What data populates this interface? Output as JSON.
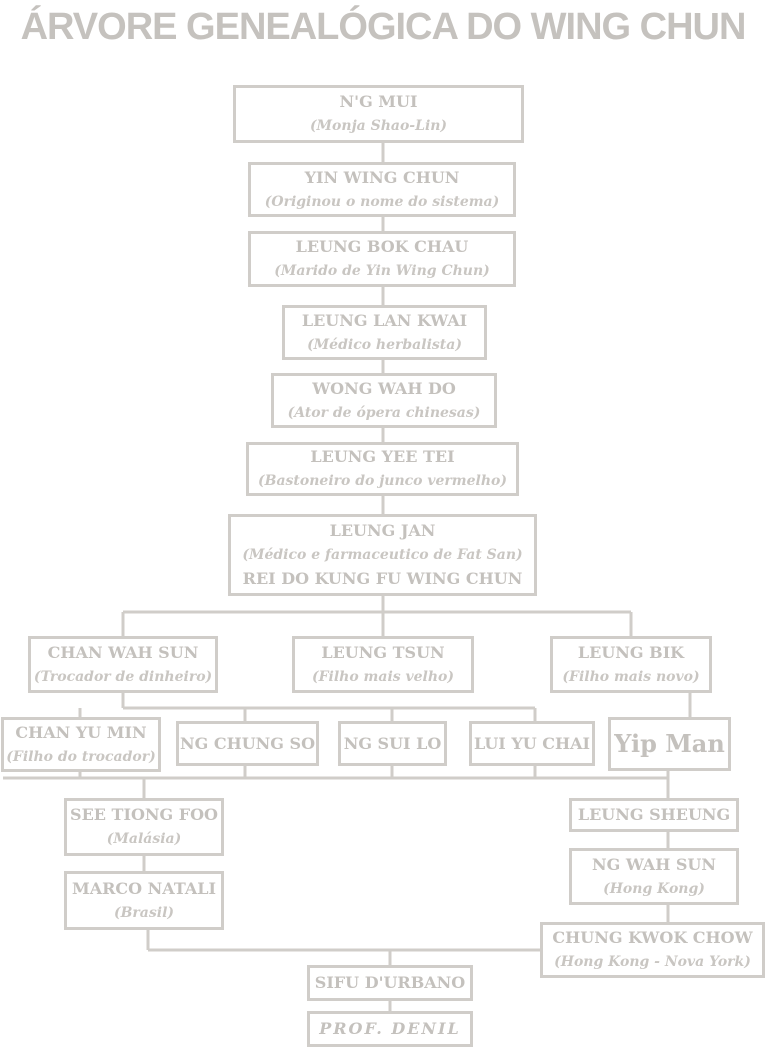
{
  "title": "ÁRVORE GENEALÓGICA DO WING CHUN",
  "nodes": {
    "ng_mui": {
      "name": "N'G MUI",
      "note": "(Monja Shao-Lin)"
    },
    "yin_wing_chun": {
      "name": "YIN WING CHUN",
      "note": "(Originou o nome do sistema)"
    },
    "leung_bok_chau": {
      "name": "LEUNG BOK CHAU",
      "note": "(Marido de Yin Wing Chun)"
    },
    "leung_lan_kwai": {
      "name": "LEUNG LAN KWAI",
      "note": "(Médico herbalista)"
    },
    "wong_wah_do": {
      "name": "WONG WAH DO",
      "note": "(Ator de ópera chinesas)"
    },
    "leung_yee_tei": {
      "name": "LEUNG YEE TEI",
      "note": "(Bastoneiro do junco vermelho)"
    },
    "leung_jan": {
      "name": "LEUNG JAN",
      "note": "(Médico e farmaceutico de Fat San)",
      "note2": "REI DO KUNG FU WING CHUN"
    },
    "chan_wah_sun": {
      "name": "CHAN WAH SUN",
      "note": "(Trocador de dinheiro)"
    },
    "leung_tsun": {
      "name": "LEUNG TSUN",
      "note": "(Filho mais velho)"
    },
    "leung_bik": {
      "name": "LEUNG BIK",
      "note": "(Filho mais novo)"
    },
    "chan_yu_min": {
      "name": "CHAN YU MIN",
      "note": "(Filho do trocador)"
    },
    "ng_chung_so": {
      "name": "NG CHUNG SO"
    },
    "ng_sui_lo": {
      "name": "NG SUI LO"
    },
    "lui_yu_chai": {
      "name": "LUI YU CHAI"
    },
    "yip_man": {
      "name": "Yip Man"
    },
    "see_tiong_foo": {
      "name": "SEE TIONG FOO",
      "note": "(Malásia)"
    },
    "marco_natali": {
      "name": "MARCO NATALI",
      "note": "(Brasil)"
    },
    "leung_sheung": {
      "name": "LEUNG SHEUNG"
    },
    "ng_wah_sun": {
      "name": "NG WAH SUN",
      "note": "(Hong Kong)"
    },
    "chung_kwok_chow": {
      "name": "CHUNG KWOK CHOW",
      "note": "(Hong Kong - Nova York)"
    },
    "sifu_durbano": {
      "name": "SIFU D'URBANO"
    },
    "prof_denil": {
      "name": "PROF. DENIL"
    }
  }
}
